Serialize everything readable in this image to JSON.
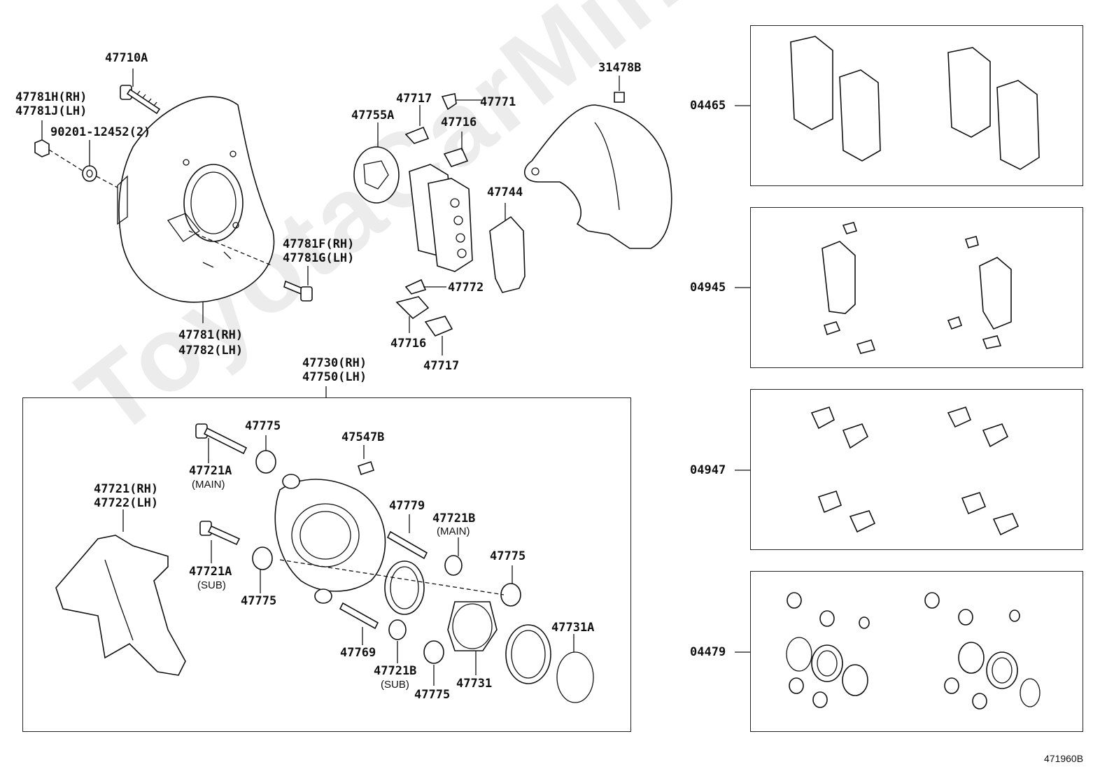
{
  "watermark": "ToyotaCarMine.ru",
  "diagram_code": "471960B",
  "labels": {
    "p47710A": "47710A",
    "p47781H": "47781H(RH)",
    "p47781J": "47781J(LH)",
    "p90201": "90201-12452(2)",
    "p47781F": "47781F(RH)",
    "p47781G": "47781G(LH)",
    "p47781": "47781(RH)",
    "p47782": "47782(LH)",
    "p47717a": "47717",
    "p47771": "47771",
    "p47755A": "47755A",
    "p47716a": "47716",
    "p47744": "47744",
    "p47772": "47772",
    "p47716b": "47716",
    "p47717b": "47717",
    "p31478B": "31478B",
    "p47730": "47730(RH)",
    "p47750": "47750(LH)",
    "p47775a": "47775",
    "p47547B": "47547B",
    "p47721Aa": "47721A",
    "main_a": "(MAIN)",
    "p47721": "47721(RH)",
    "p47722": "47722(LH)",
    "p47779": "47779",
    "p47721Ba": "47721B",
    "main_b": "(MAIN)",
    "p47775b": "47775",
    "p47721Ab": "47721A",
    "sub_a": "(SUB)",
    "p47775c": "47775",
    "p47731A": "47731A",
    "p47769": "47769",
    "p47721Bb": "47721B",
    "sub_b": "(SUB)",
    "p47731": "47731",
    "p47775d": "47775"
  },
  "kits": [
    {
      "code": "04465"
    },
    {
      "code": "04945"
    },
    {
      "code": "04947"
    },
    {
      "code": "04479"
    }
  ]
}
